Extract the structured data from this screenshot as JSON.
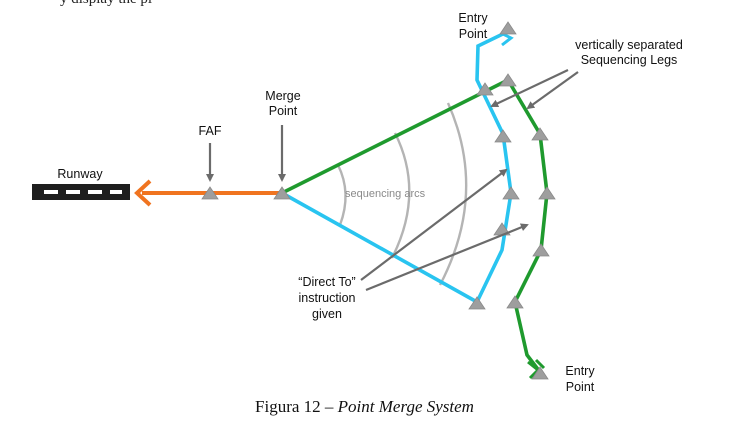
{
  "top_text": "y display the pl",
  "labels": {
    "runway": "Runway",
    "faf": "FAF",
    "merge_point_1": "Merge",
    "merge_point_2": "Point",
    "sequencing_arcs": "sequencing arcs",
    "entry_top_1": "Entry",
    "entry_top_2": "Point",
    "entry_bottom_1": "Entry",
    "entry_bottom_2": "Point",
    "legs_1": "vertically separated",
    "legs_2": "Sequencing Legs",
    "direct_1": "“Direct To”",
    "direct_2": "instruction",
    "direct_3": "given"
  },
  "caption": {
    "prefix": "Figura 12 – ",
    "title": "Point Merge System"
  },
  "colors": {
    "blue": "#29c4f0",
    "green": "#1f9a2e",
    "orange": "#f07420",
    "gray": "#a8a8a8",
    "arrow": "#6b6b6b",
    "runway": "#1e1e1e"
  }
}
